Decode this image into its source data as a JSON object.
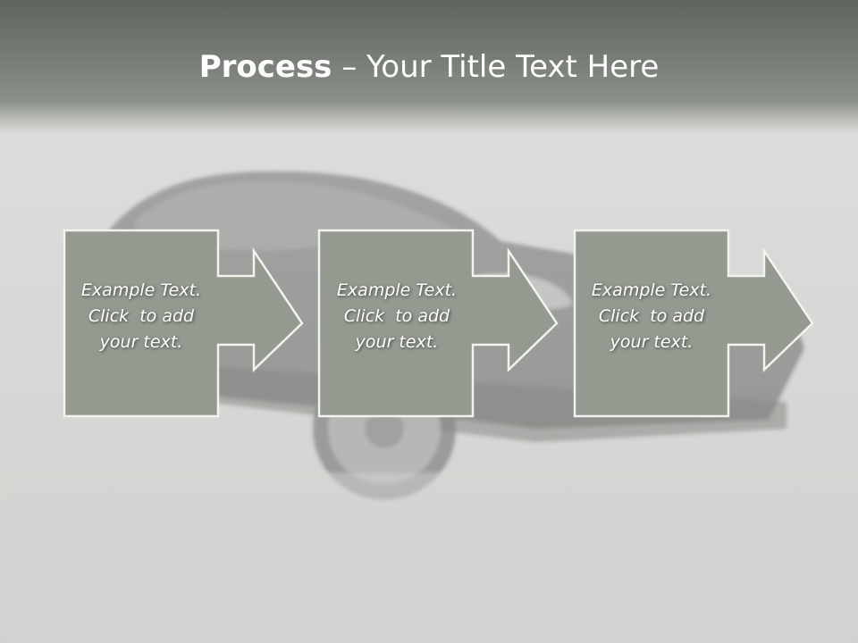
{
  "slide": {
    "title_bold": "Process",
    "title_rest": " – Your Title Text Here",
    "steps": [
      {
        "line1": "Example Text.",
        "line2": "Click  to add",
        "line3": "your text."
      },
      {
        "line1": "Example Text.",
        "line2": "Click  to add",
        "line3": "your text."
      },
      {
        "line1": "Example Text.",
        "line2": "Click  to add",
        "line3": "your text."
      }
    ]
  },
  "colors": {
    "box_fill": "#949a90",
    "box_stroke": "#f2f2ee",
    "title_bar": "#6b706a",
    "text": "#ffffff"
  },
  "icons": {
    "background": "car-photo",
    "connector": "right-arrow-icon"
  }
}
